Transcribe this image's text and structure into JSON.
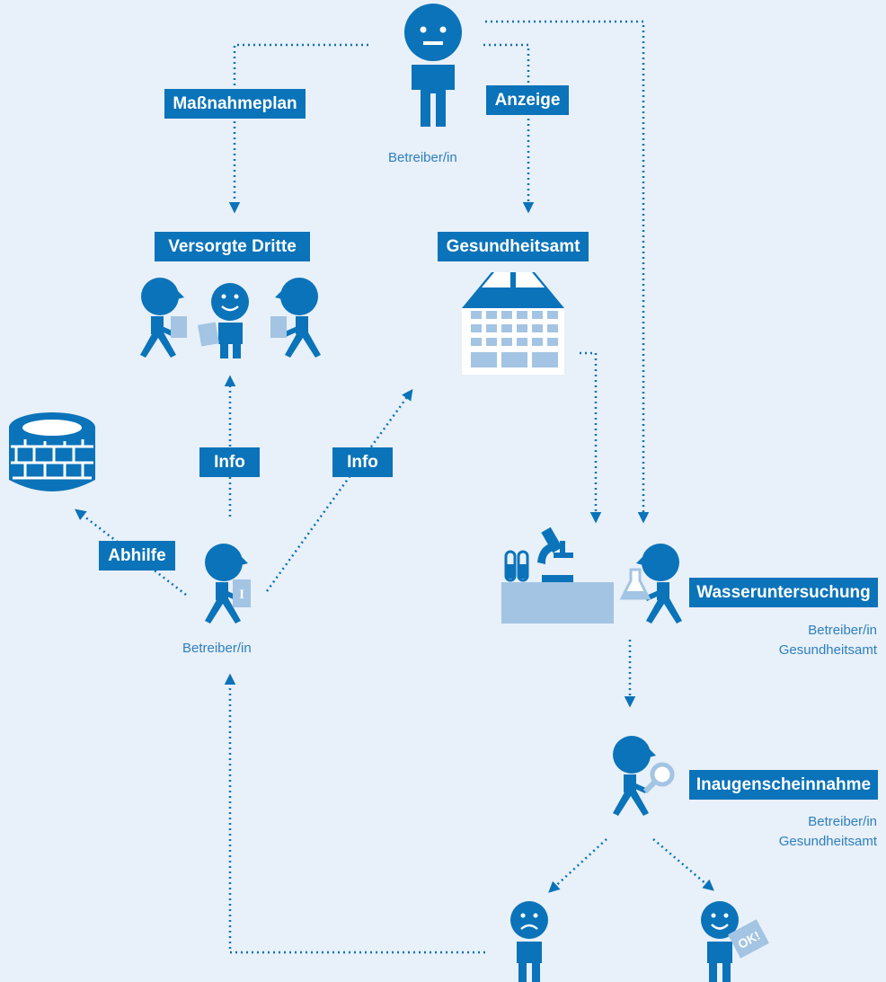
{
  "labels": {
    "massnahmeplan": "Maßnahmeplan",
    "anzeige": "Anzeige",
    "versorgte_dritte": "Versorgte Dritte",
    "gesundheitsamt": "Gesundheitsamt",
    "info_left": "Info",
    "info_right": "Info",
    "abhilfe": "Abhilfe",
    "wasseruntersuchung": "Wasseruntersuchung",
    "inaugenscheinnahme": "Inaugenscheinnahme"
  },
  "captions": {
    "top_operator": "Betreiber/in",
    "left_operator": "Betreiber/in",
    "water_line1": "Betreiber/in",
    "water_line2": "Gesundheitsamt",
    "inspect_line1": "Betreiber/in",
    "inspect_line2": "Gesundheitsamt"
  },
  "icons": {
    "info_sheet_letter": "I",
    "ok_sign_text": "OK!"
  },
  "colors": {
    "primary": "#0a73b9",
    "light": "#a3c4e3",
    "background": "#e8f0f9"
  }
}
